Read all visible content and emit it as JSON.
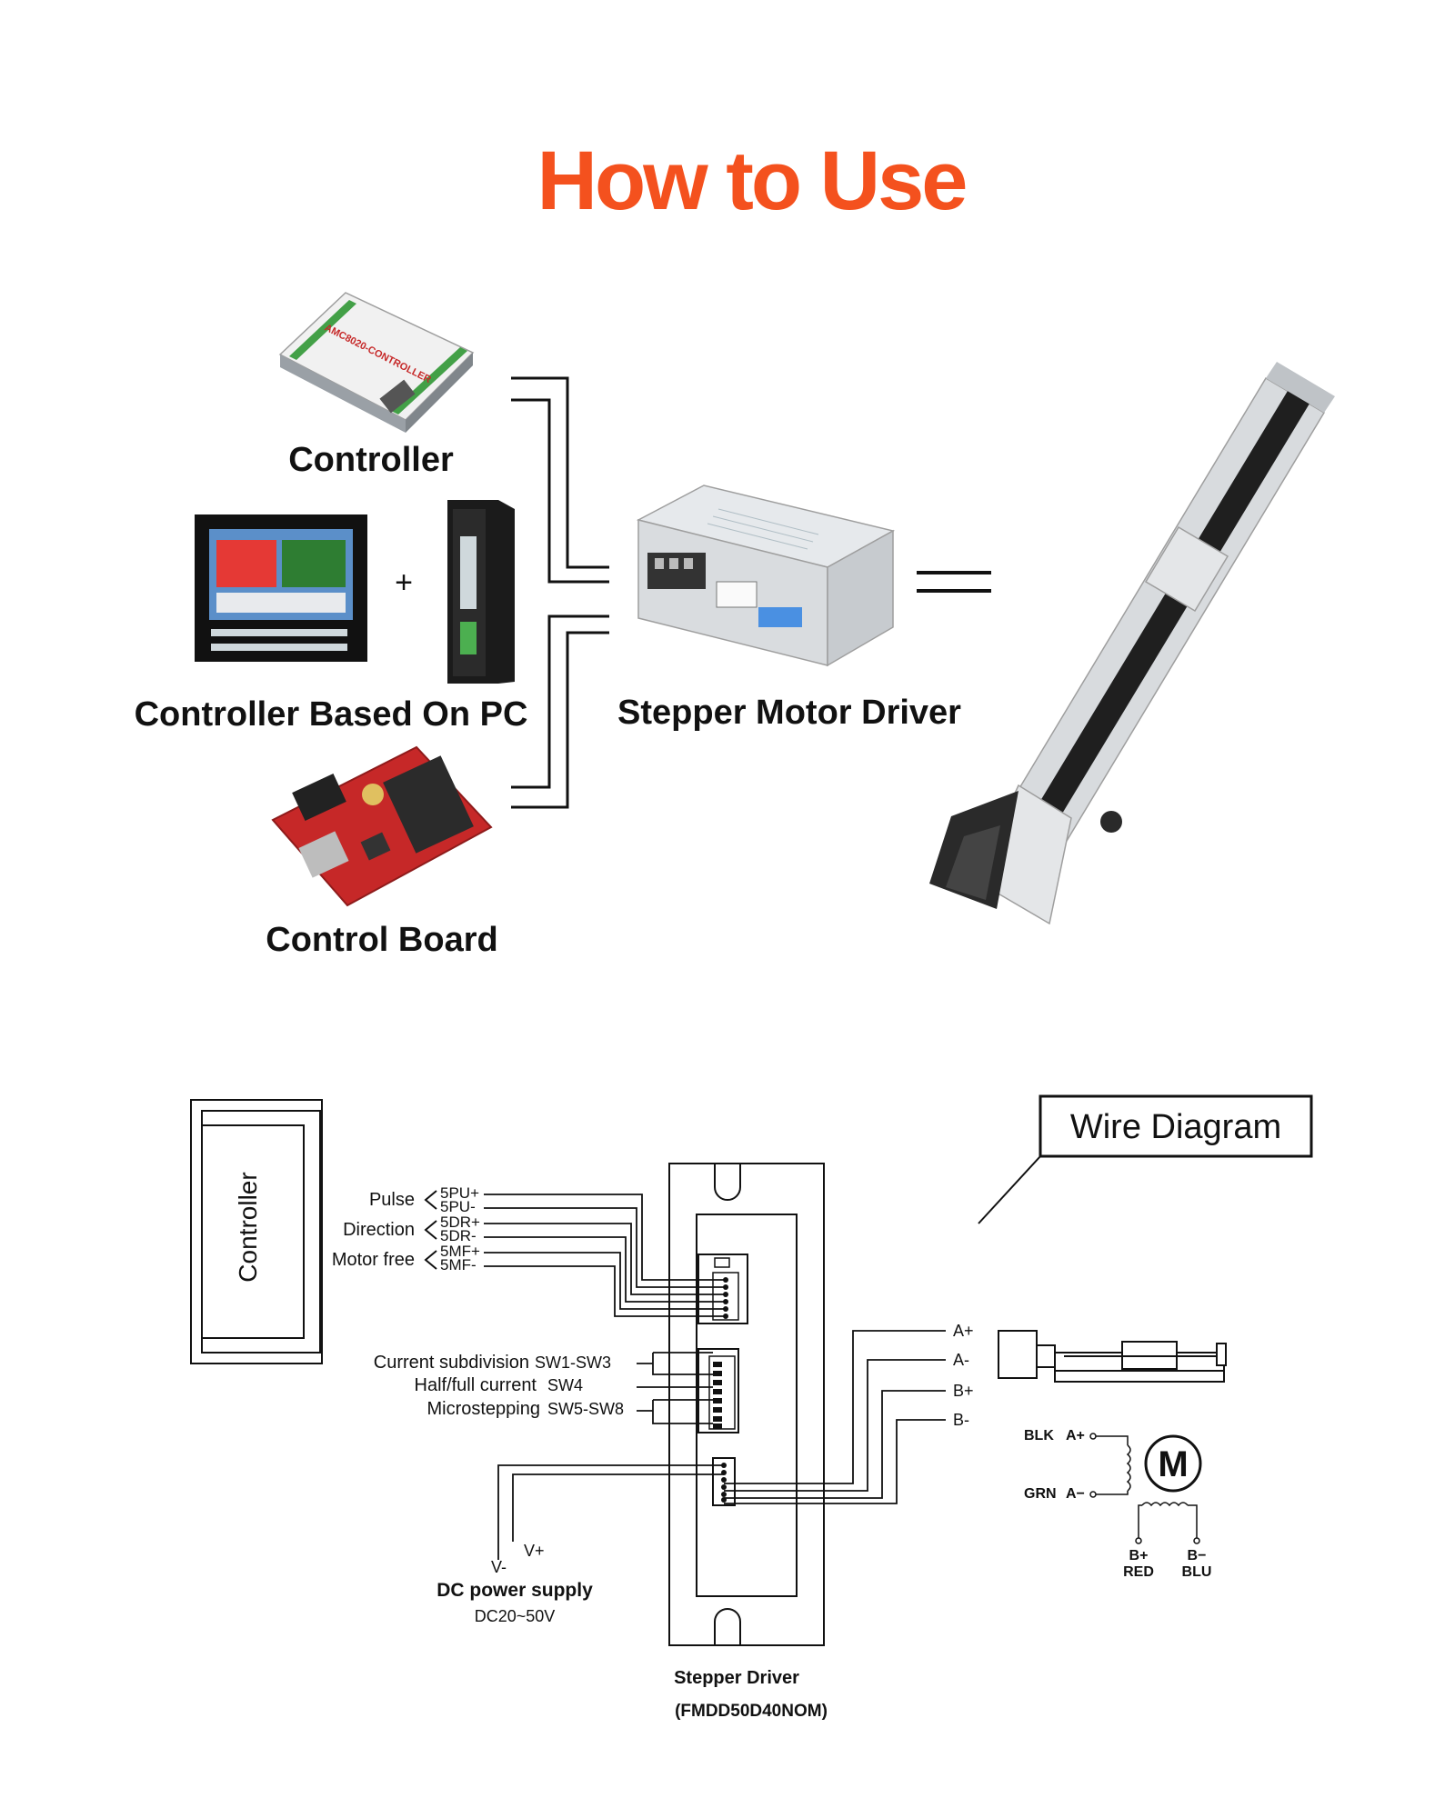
{
  "page_title": "How to Use",
  "top": {
    "controller_label": "Controller",
    "controller_device_text": "AMC8020-CONTROLLER",
    "plus_sign": "+",
    "pc_controller_label": "Controller Based On PC",
    "control_board_label": "Control Board",
    "driver_label": "Stepper Motor Driver"
  },
  "wiring": {
    "wire_diagram_title": "Wire Diagram",
    "controller_box_label": "Controller",
    "signals": [
      {
        "name": "Pulse",
        "pins": [
          "5PU+",
          "5PU-"
        ]
      },
      {
        "name": "Direction",
        "pins": [
          "5DR+",
          "5DR-"
        ]
      },
      {
        "name": "Motor free",
        "pins": [
          "5MF+",
          "5MF-"
        ]
      }
    ],
    "switches": [
      {
        "name": "Current subdivision",
        "code": "SW1-SW3"
      },
      {
        "name": "Half/full current",
        "code": "SW4"
      },
      {
        "name": "Microstepping",
        "code": "SW5-SW8"
      }
    ],
    "motor_outputs": [
      "A+",
      "A-",
      "B+",
      "B-"
    ],
    "power_v_plus": "V+",
    "power_v_minus": "V-",
    "power_label": "DC power supply",
    "power_range": "DC20~50V",
    "driver_label": "Stepper Driver",
    "driver_model": "(FMDD50D40NOM)",
    "motor_symbol": "M",
    "coil": {
      "blk": "BLK",
      "grn": "GRN",
      "a_plus": "A+",
      "a_minus": "A−",
      "b_plus": "B+",
      "b_minus": "B−",
      "red": "RED",
      "blu": "BLU"
    }
  },
  "colors": {
    "title": "#f4511e",
    "ink": "#111111",
    "board_red": "#c62828",
    "metal": "#dcdfe3"
  }
}
